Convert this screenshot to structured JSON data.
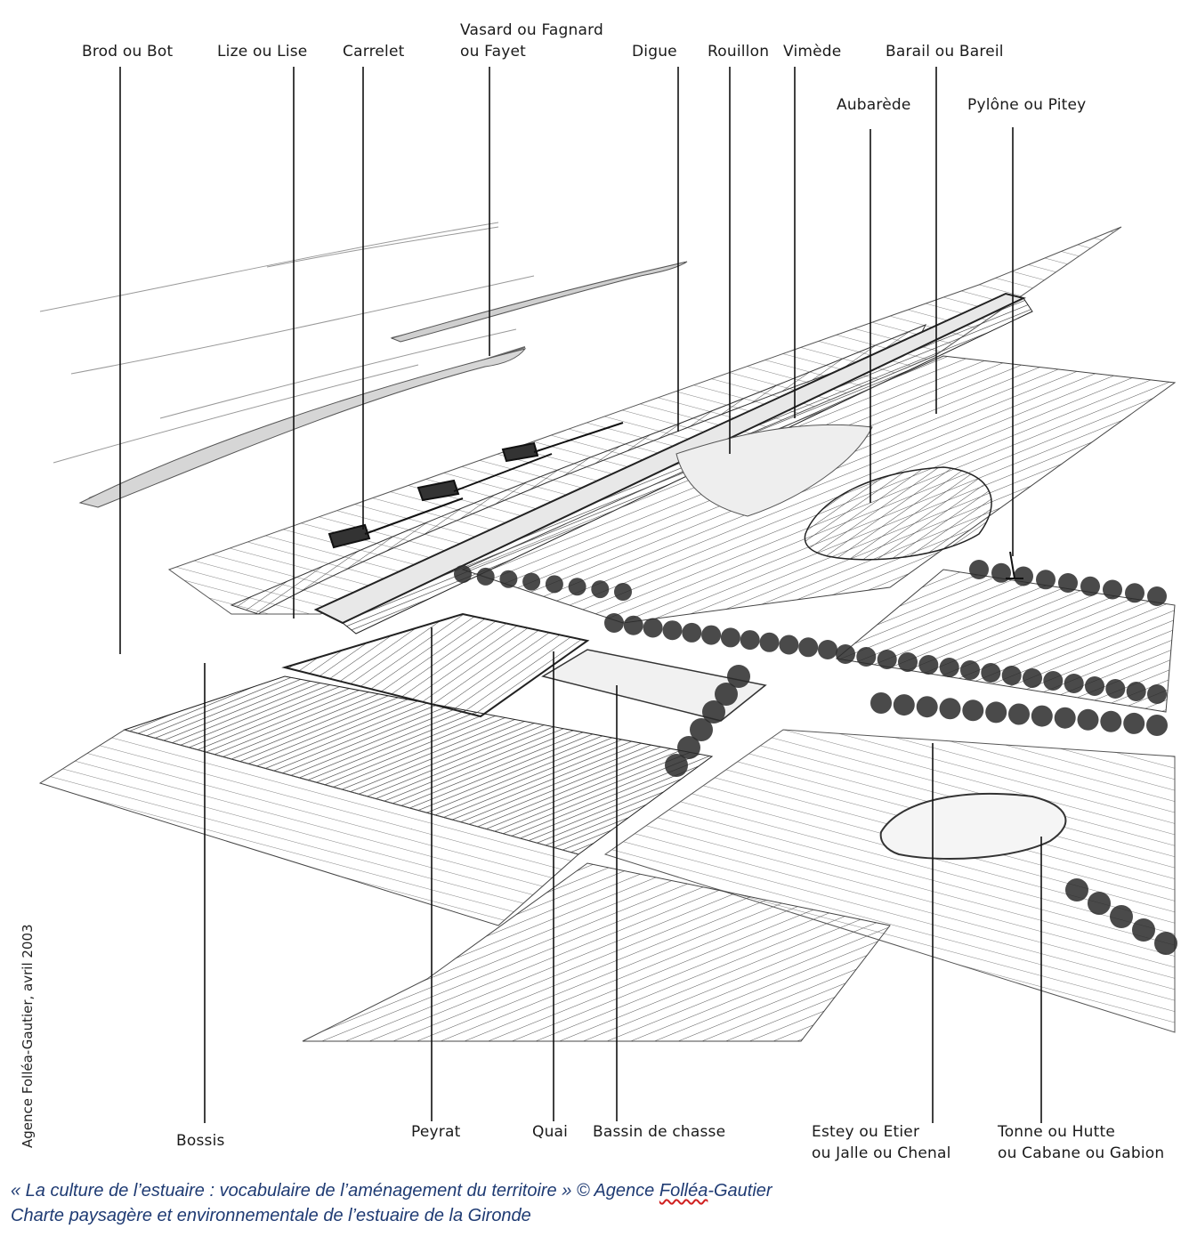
{
  "labels_top": [
    {
      "id": "brod",
      "text": "Brod ou Bot"
    },
    {
      "id": "lize",
      "text": "Lize ou Lise"
    },
    {
      "id": "carrelet",
      "text": "Carrelet"
    },
    {
      "id": "vasard",
      "line1": "Vasard ou Fagnard",
      "line2": "ou Fayet"
    },
    {
      "id": "digue",
      "text": "Digue"
    },
    {
      "id": "rouillon",
      "text": "Rouillon"
    },
    {
      "id": "vimede",
      "text": "Vimède"
    },
    {
      "id": "barail",
      "text": "Barail ou Bareil"
    },
    {
      "id": "aubarede",
      "text": "Aubarède"
    },
    {
      "id": "pylone",
      "text": "Pylône ou Pitey"
    }
  ],
  "labels_bottom": [
    {
      "id": "bossis",
      "text": "Bossis"
    },
    {
      "id": "peyrat",
      "text": "Peyrat"
    },
    {
      "id": "quai",
      "text": "Quai"
    },
    {
      "id": "bassin",
      "text": "Bassin de chasse"
    },
    {
      "id": "estey",
      "line1": "Estey ou Etier",
      "line2": "ou Jalle ou Chenal"
    },
    {
      "id": "tonne",
      "line1": "Tonne ou Hutte",
      "line2": "ou Cabane ou Gabion"
    }
  ],
  "credit": "Agence Folléa-Gautier, avril 2003",
  "caption": {
    "line1_pre": "« La culture de l’estuaire : vocabulaire de l’aménagement du territoire » © Agence ",
    "line1_mark": "Folléa",
    "line1_post": "-Gautier",
    "line2": "Charte paysagère et environnementale de l’estuaire de la Gironde"
  },
  "colors": {
    "ink": "#1a1a1a",
    "caption": "#1f3b73",
    "spell_mark": "#d02020"
  }
}
